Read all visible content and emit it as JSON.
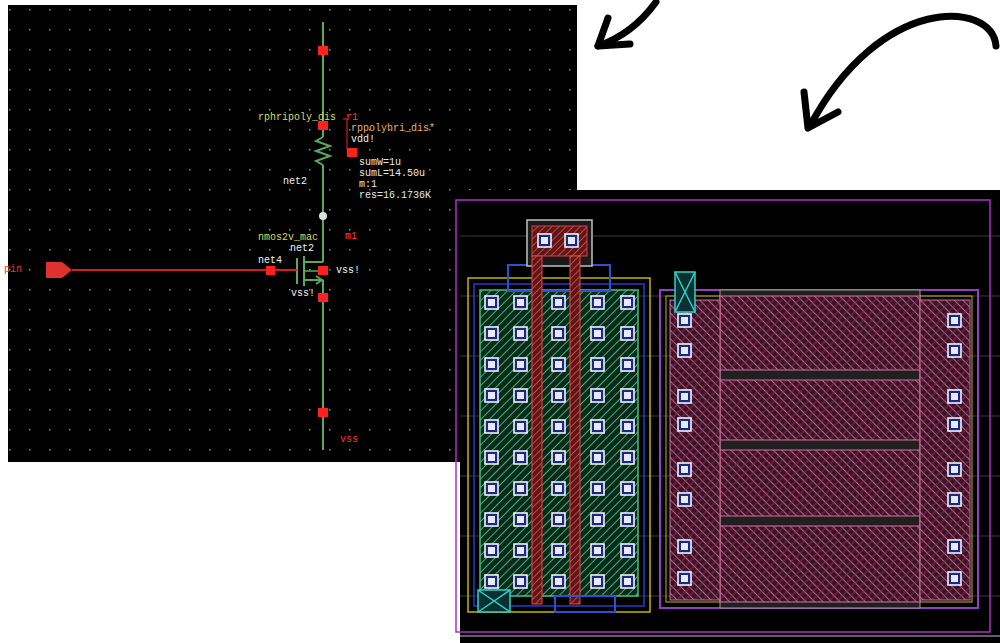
{
  "diagram": {
    "labels": [
      "rphripoly_dis",
      "r1",
      "rppolyhri_dis*",
      "vdd!",
      "sumW=1u",
      "sumL=14.50u",
      "m:1",
      "res=16.1736K",
      "net2",
      "nmos2v_mac",
      "m1",
      "net2",
      "net4",
      "vss!",
      "vss!",
      "pin",
      "vss"
    ]
  }
}
